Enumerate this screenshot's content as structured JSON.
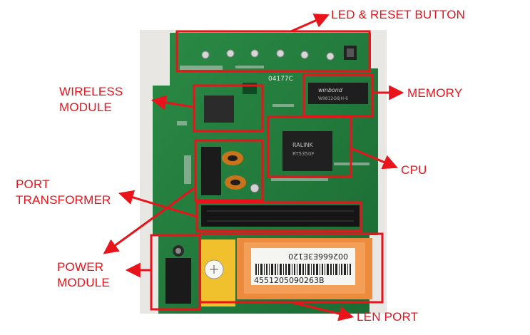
{
  "annotation_color": "#e8131b",
  "board_color": "#1f7a3a",
  "labels": {
    "led_reset": "LED & RESET BUTTON",
    "wireless_line1": "WIRELESS",
    "wireless_line2": "MODULE",
    "memory": "MEMORY",
    "cpu": "CPU",
    "port_line1": "PORT",
    "port_line2": "TRANSFORMER",
    "power_line1": "POWER",
    "power_line2": "MODULE",
    "len_port": "LEN PORT"
  },
  "chip_text": {
    "memory_brand": "winbond",
    "memory_part": "W9812G6JH-6",
    "cpu_brand": "RALINK",
    "cpu_part": "RT5350F",
    "board_code": "04177C",
    "barcode_top": "4551205090263B",
    "barcode_bottom": "002666E3E120"
  }
}
